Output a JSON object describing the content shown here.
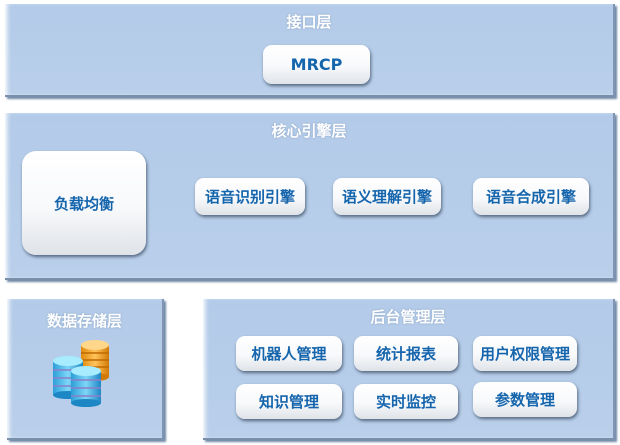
{
  "interface_layer": {
    "title": "接口层",
    "items": [
      "MRCP"
    ]
  },
  "core_layer": {
    "title": "核心引擎层",
    "load_balance": "负载均衡",
    "engines": [
      "语音识别引擎",
      "语义理解引擎",
      "语音合成引擎"
    ]
  },
  "storage_layer": {
    "title": "数据存储层",
    "icon": "database-icon"
  },
  "admin_layer": {
    "title": "后台管理层",
    "items": [
      "机器人管理",
      "统计报表",
      "用户权限管理",
      "知识管理",
      "实时监控",
      "参数管理"
    ]
  },
  "colors": {
    "layer_bg": "#b7cde9",
    "text_blue": "#1565ad"
  }
}
